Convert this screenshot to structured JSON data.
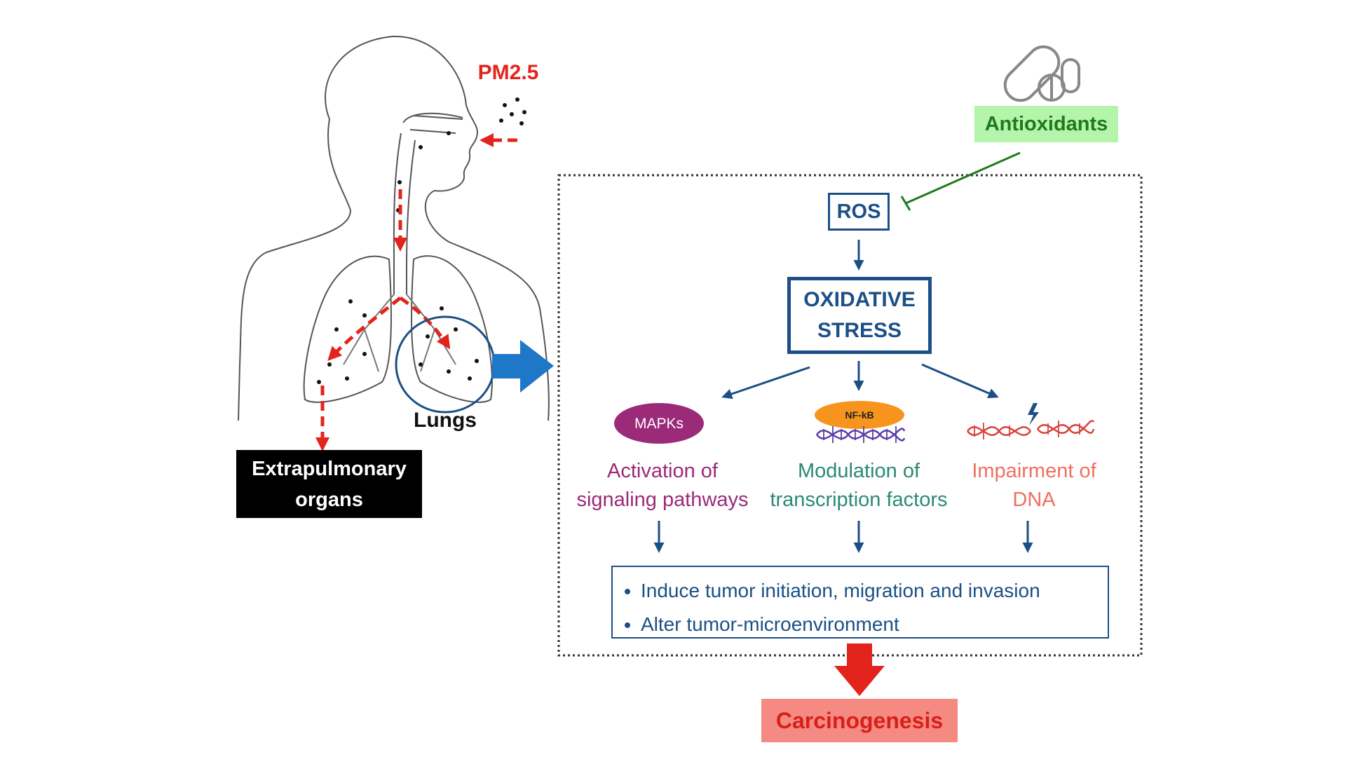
{
  "pollutant": "PM2.5",
  "organ": "Lungs",
  "extrapulmonary": {
    "line1": "Extrapulmonary",
    "line2": "organs"
  },
  "antioxidants": "Antioxidants",
  "ros": "ROS",
  "oxidative_stress": {
    "line1": "OXIDATIVE",
    "line2": "STRESS"
  },
  "badges": {
    "mapks": "MAPKs",
    "nfkb": "NF-kB"
  },
  "pathways": [
    {
      "line1": "Activation of",
      "line2": "signaling pathways"
    },
    {
      "line1": "Modulation of",
      "line2": "transcription factors"
    },
    {
      "line1": "Impairment of",
      "line2": "DNA"
    }
  ],
  "outcomes": [
    "Induce tumor initiation, migration and invasion",
    "Alter tumor-microenvironment"
  ],
  "result": "Carcinogenesis",
  "colors": {
    "pm_red": "#e3241c",
    "navy": "#1b4f86",
    "antiox_bg": "#b5f4ab",
    "antiox_text": "#1e7a1e",
    "mapk": "#9b2a78",
    "transcription": "#2a8a74",
    "dna": "#f07060",
    "nfkb": "#f7941d",
    "result_bg": "#f58a82",
    "result_text": "#d8201a",
    "lung_blue": "#1f77c8"
  }
}
